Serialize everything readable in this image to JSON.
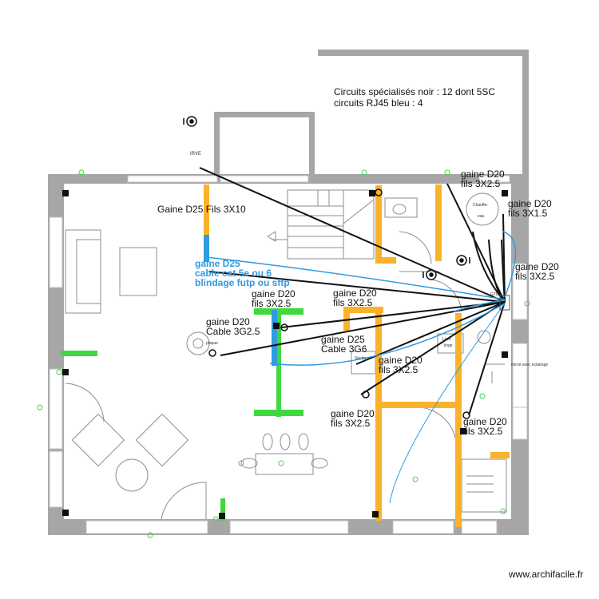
{
  "legend": {
    "line1": "Circuits spécialisés noir : 12 dont 5SC",
    "line2": "circuits RJ45 bleu : 4"
  },
  "labels": {
    "gaine_d25_fils_3x10": "Gaine D25 Fils 3X10",
    "rj45_l1": "gaine D25",
    "rj45_l2": "cable cat 5e ou 6",
    "rj45_l3": "blindage futp ou sftp",
    "g1_l1": "gaine D20",
    "g1_l2": "fils 3X2.5",
    "g2_l1": "gaine D20",
    "g2_l2": "fils 3X1.5",
    "g3_l1": "gaine D20",
    "g3_l2": "fils 3X2.5",
    "g4_l1": "gaine D20",
    "g4_l2": "fils 3X2.5",
    "g5_l1": "gaine D20",
    "g5_l2": "fils 3X2.5",
    "g6_l1": "gaine D20",
    "g6_l2": "Cable 3G2.5",
    "g7_l1": "gaine D25",
    "g7_l2": "Cable 3G6",
    "g8_l1": "gaine D20",
    "g8_l2": "fils 3X2.5",
    "g9_l1": "gaine D20",
    "g9_l2": "fils 3X2.5",
    "g10_l1": "gaine D20",
    "g10_l2": "fils 3X2.5"
  },
  "small_labels": {
    "irve": "IRVE",
    "chauffe": "Chauffe-",
    "eau": "eau",
    "gtl": "GTL",
    "miroir": "miroir avec eclairage",
    "plaque": "plaque",
    "lave": "Lave",
    "linge": "linge",
    "seche": "Sèche"
  },
  "footer": "www.archifacile.fr",
  "colors": {
    "wall": "#a6a6a6",
    "duct_orange": "#fbb22a",
    "duct_green": "#3fd83f",
    "duct_blue": "#2f9be0",
    "circuit_black": "#111111",
    "rj45_blue": "#2f9be0"
  }
}
